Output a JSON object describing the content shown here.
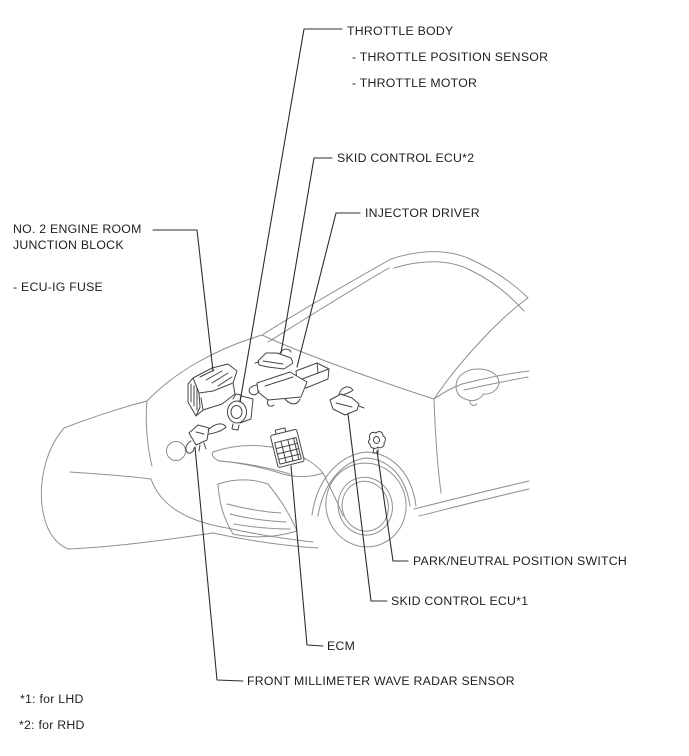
{
  "diagram": {
    "title_hint": "engine compartment component location illustration",
    "labels": {
      "throttle_body": {
        "title": "THROTTLE BODY",
        "item1": "- THROTTLE POSITION SENSOR",
        "item2": "- THROTTLE MOTOR"
      },
      "skid_control_ecu_2": "SKID CONTROL ECU*2",
      "injector_driver": "INJECTOR DRIVER",
      "junction_block": {
        "line1": "NO. 2 ENGINE ROOM",
        "line2": "JUNCTION BLOCK",
        "item1": "- ECU-IG FUSE"
      },
      "park_neutral_position_switch": "PARK/NEUTRAL POSITION SWITCH",
      "skid_control_ecu_1": "SKID CONTROL ECU*1",
      "ecm": "ECM",
      "front_millimeter_wave_radar_sensor": "FRONT MILLIMETER WAVE RADAR SENSOR"
    },
    "footnotes": {
      "note1": "*1: for LHD",
      "note2": "*2: for RHD"
    },
    "colors": {
      "background": "#ffffff",
      "text": "#1e1e1e",
      "leader_line": "#2d2d2d",
      "component_line": "#454545",
      "car_body_line": "#8f8f8f"
    }
  }
}
